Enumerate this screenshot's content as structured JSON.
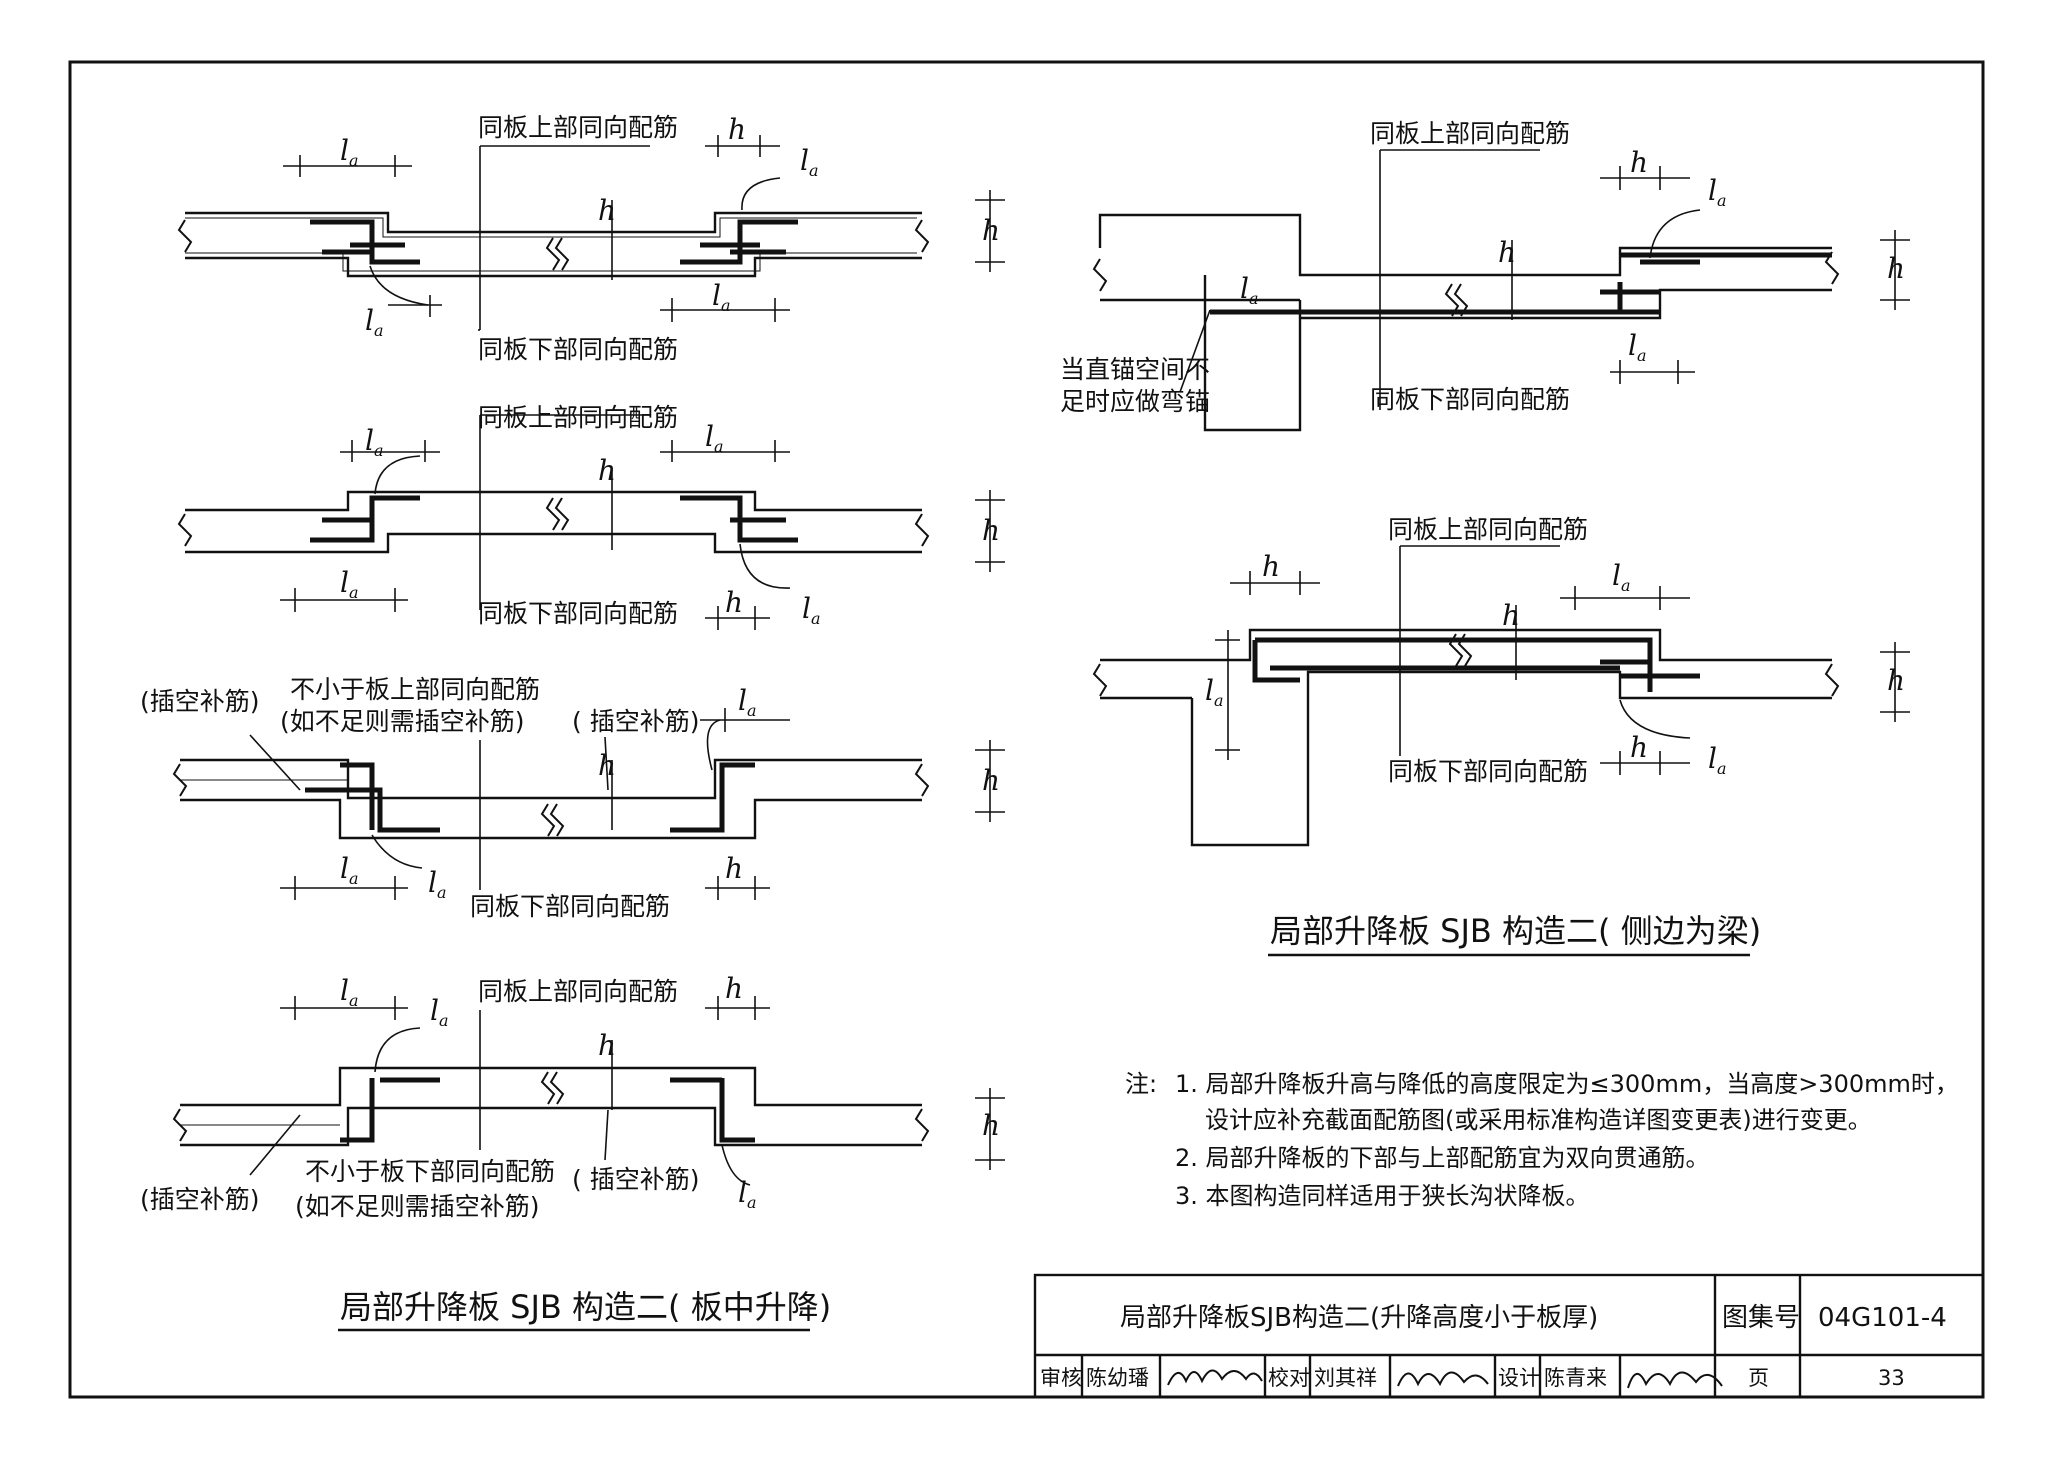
{
  "labels": {
    "upper_rebar": "同板上部同向配筋",
    "lower_rebar": "同板下部同向配筋",
    "infill_rebar": "(插空补筋)",
    "infill_rebar_spaced": "( 插空补筋)",
    "not_less_upper": "不小于板上部同向配筋",
    "not_less_lower": "不小于板下部同向配筋",
    "if_not_enough": "(如不足则需插空补筋)",
    "bend_anchor_line1": "当直锚空间不",
    "bend_anchor_line2": "足时应做弯锚",
    "sym_l": "l",
    "sym_a": "a",
    "sym_h": "h"
  },
  "titles": {
    "left": "局部升降板 SJB 构造二( 板中升降)",
    "right": "局部升降板 SJB 构造二( 侧边为梁)"
  },
  "notes": {
    "prefix": "注:",
    "items": [
      "1. 局部升降板升高与降低的高度限定为≤300mm，当高度>300mm时，",
      "设计应补充截面配筋图(或采用标准构造详图变更表)进行变更。",
      "2. 局部升降板的下部与上部配筋宜为双向贯通筋。",
      "3. 本图构造同样适用于狭长沟状降板。"
    ]
  },
  "titleblock": {
    "drawing_title": "局部升降板SJB构造二(升降高度小于板厚)",
    "atlas_label": "图集号",
    "atlas_no": "04G101-4",
    "review_label": "审核",
    "reviewer": "陈幼璠",
    "check_label": "校对",
    "checker": "刘其祥",
    "design_label": "设计",
    "designer": "陈青来",
    "page_label": "页",
    "page_no": "33"
  }
}
